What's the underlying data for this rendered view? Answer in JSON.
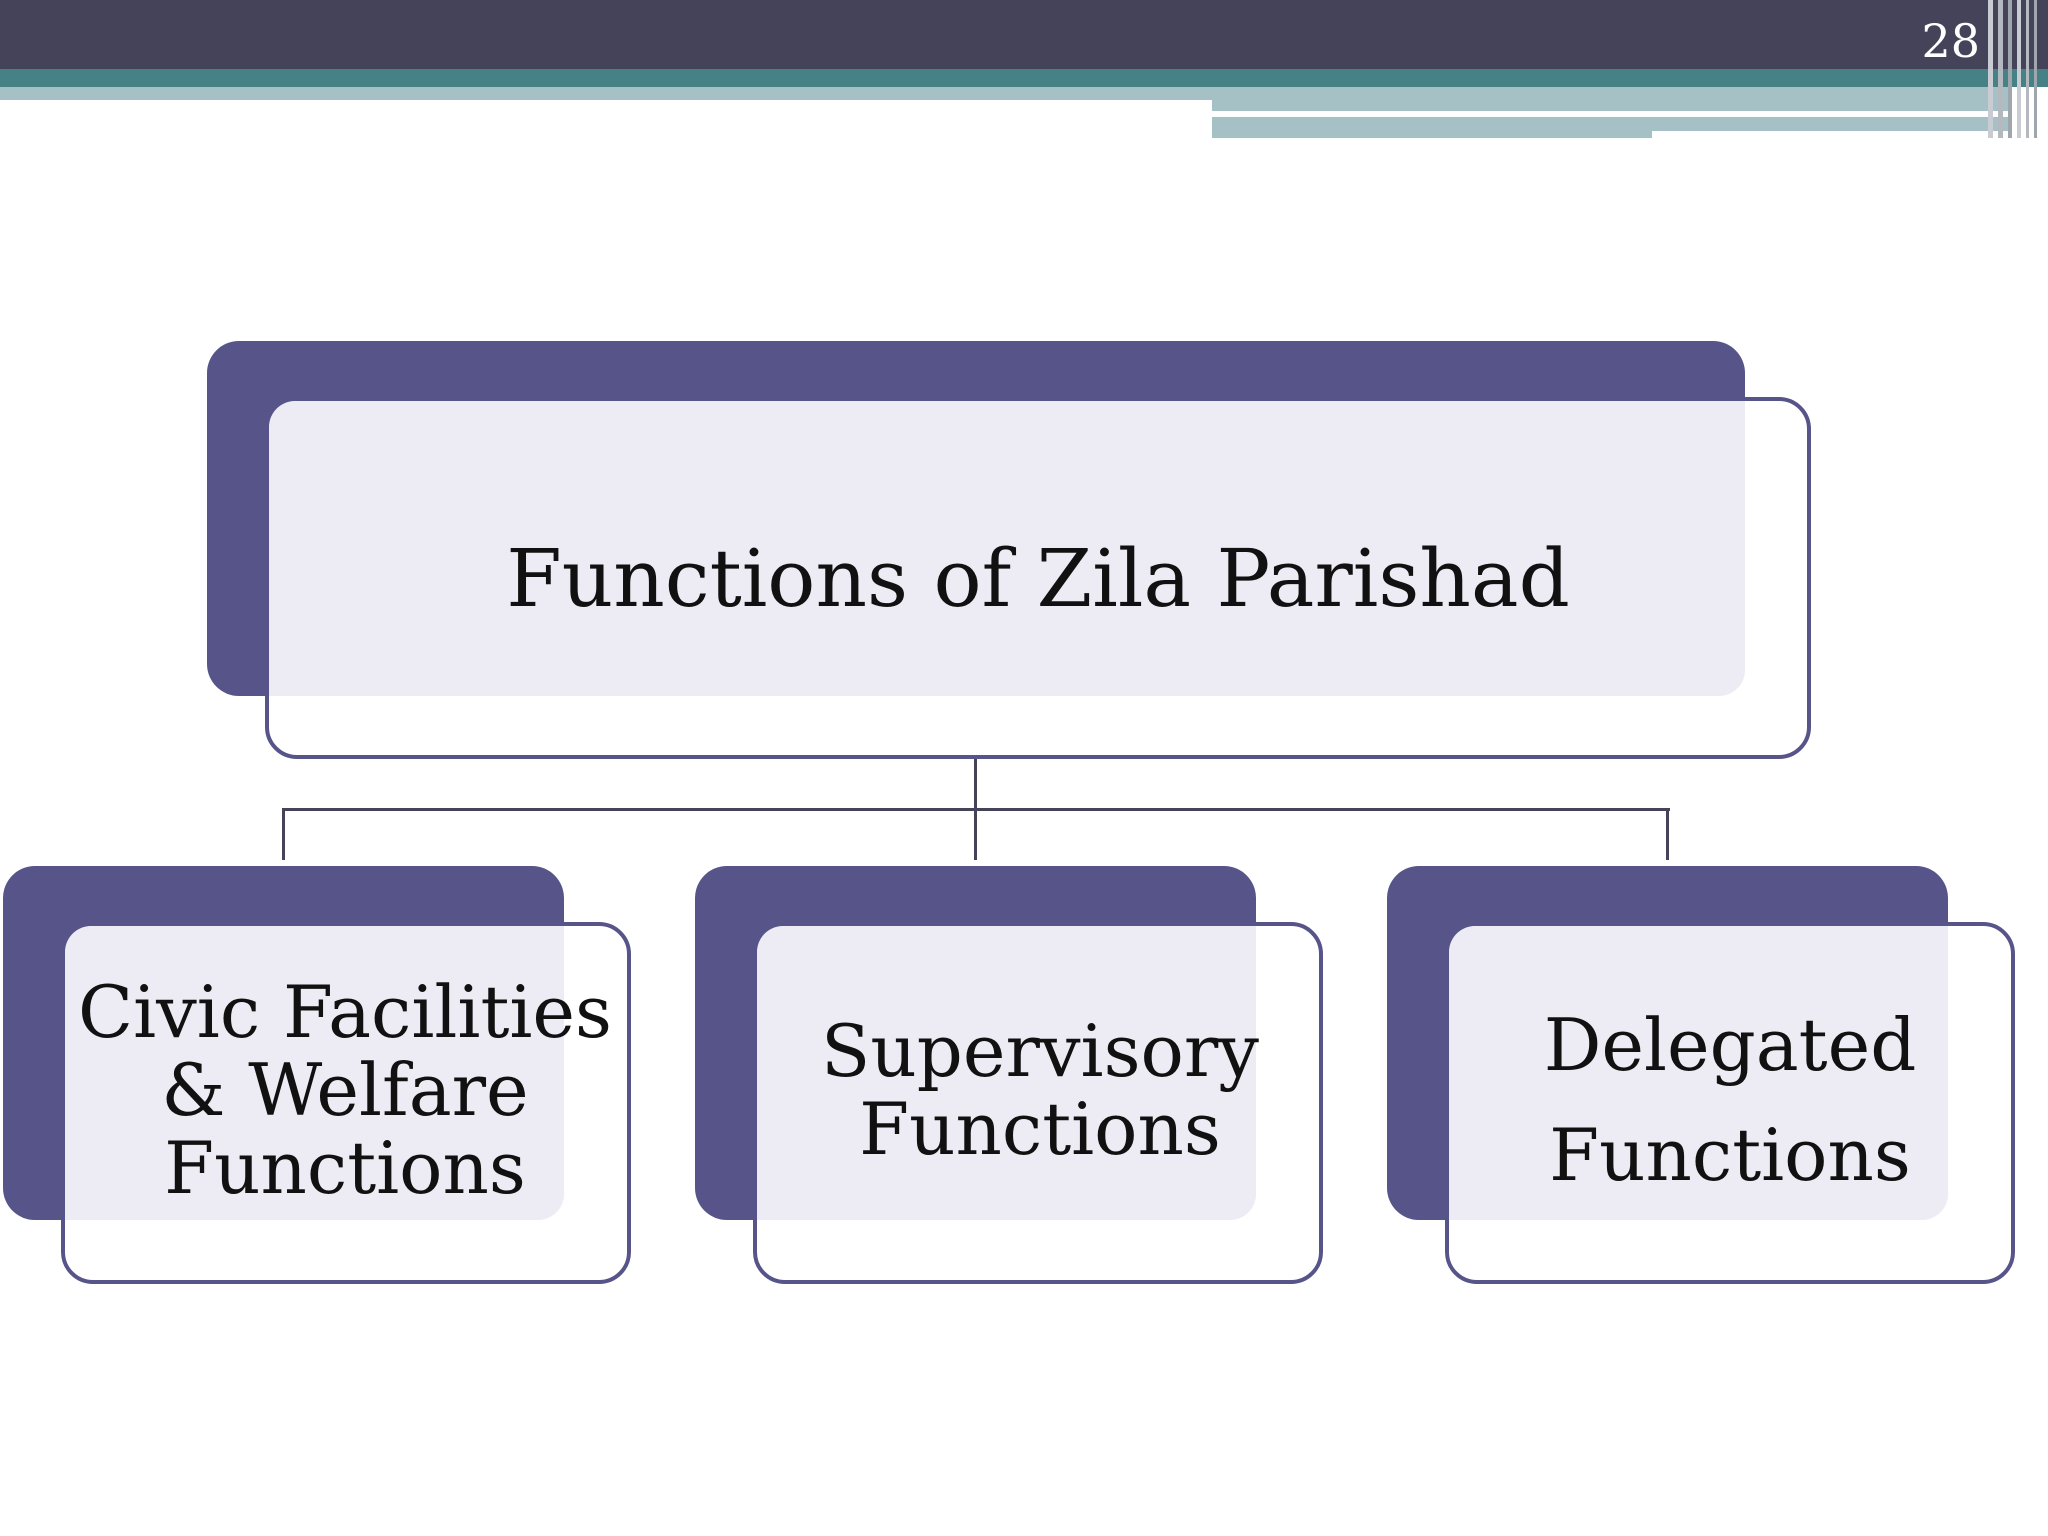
{
  "slide": {
    "number": "28"
  },
  "diagram": {
    "root": {
      "label": "Functions of Zila Parishad"
    },
    "children": [
      {
        "lines": [
          "Civic Facilities",
          "& Welfare",
          "Functions"
        ]
      },
      {
        "lines": [
          "Supervisory",
          "Functions"
        ]
      },
      {
        "lines": [
          "Delegated",
          "Functions"
        ]
      }
    ]
  },
  "colors": {
    "header_dark": "#45435a",
    "header_teal": "#458185",
    "header_light": "#a6c1c6",
    "box_accent": "#575489",
    "box_fill": "#edebf4"
  }
}
